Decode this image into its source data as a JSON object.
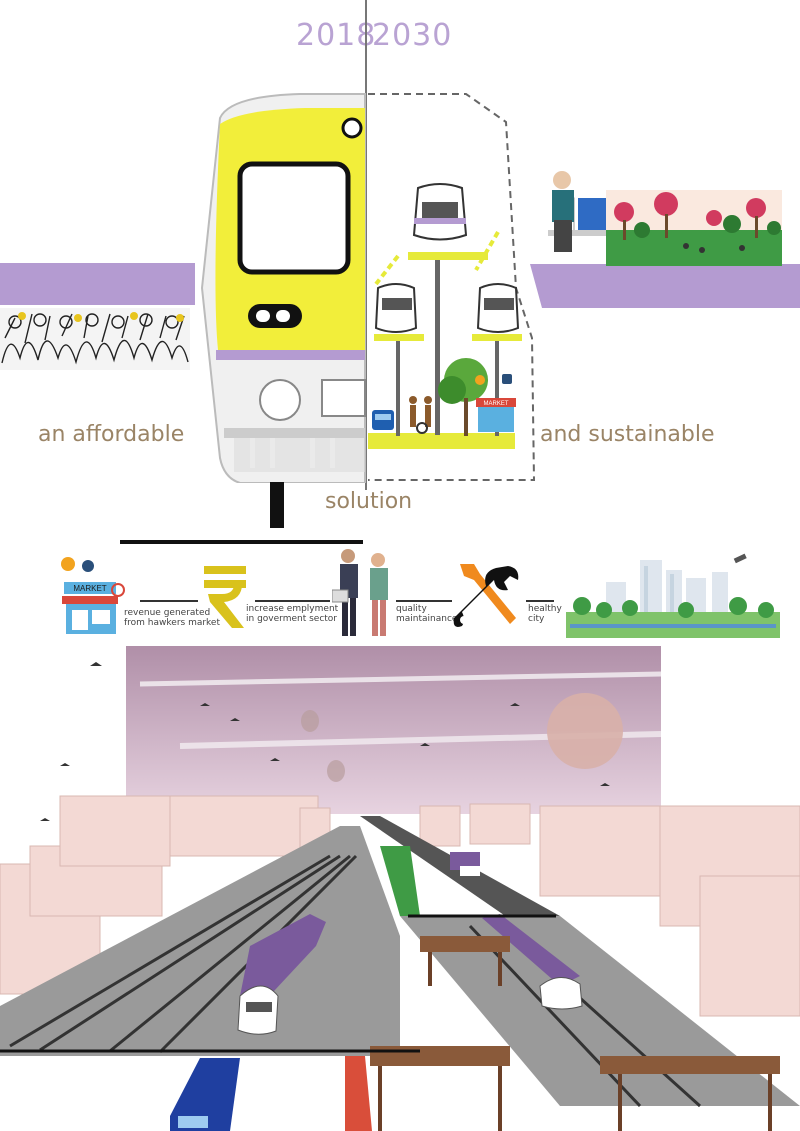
{
  "header": {
    "year_left": "2018",
    "year_right": "2030"
  },
  "tagline": {
    "left": "an affordable",
    "center": "solution",
    "right": "and sustainable"
  },
  "icon_labels": {
    "market_sign": "MARKET",
    "market_sign_small": "MARKET"
  },
  "benefits": [
    {
      "icon": "market-stall-icon",
      "text": "revenue generated from hawkers market",
      "line1": "revenue generated",
      "line2": "from hawkers market"
    },
    {
      "icon": "rupee-icon",
      "text": "increase emplyment in goverment sector",
      "line1": "increase emplyment",
      "line2": "in goverment sector"
    },
    {
      "icon": "workers-icon",
      "text": "quality maintainance",
      "line1": "quality",
      "line2": "maintainance"
    },
    {
      "icon": "tools-icon",
      "text": "healthy city",
      "line1": "healthy",
      "line2": "city"
    },
    {
      "icon": "green-city-icon"
    }
  ],
  "colors": {
    "accent_purple": "#b49bd1",
    "train_yellow": "#f2ee3a",
    "platform_yellow": "#e6ea3a",
    "text_brown": "#9a8466",
    "year_purple": "#b9a3d3",
    "rupee_yellow": "#d9c21c",
    "tool_orange": "#f08a1e"
  }
}
